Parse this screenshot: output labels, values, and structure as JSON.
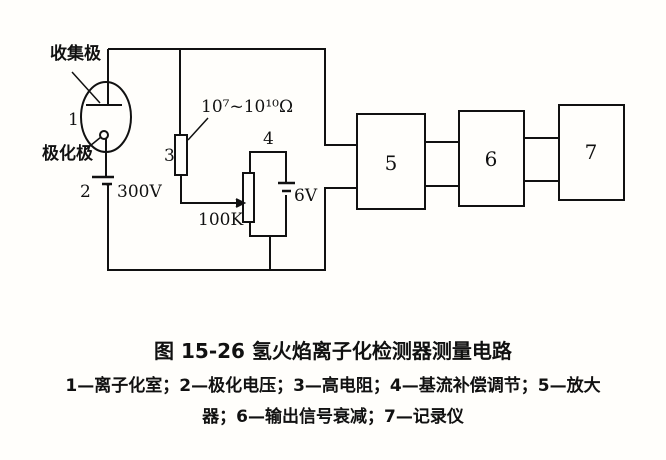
{
  "diagram": {
    "labels": {
      "collector": "收集极",
      "polarizer": "极化极",
      "n1": "1",
      "n2": "2",
      "n3": "3",
      "n4": "4",
      "voltage_300": "300V",
      "resistance_range": "10⁷~10¹⁰Ω",
      "pot_value": "100K",
      "voltage_6": "6V"
    },
    "blocks": [
      {
        "label": "5"
      },
      {
        "label": "6"
      },
      {
        "label": "7"
      }
    ]
  },
  "caption": {
    "title": "图 15-26   氢火焰离子化检测器测量电路",
    "legend_line1": "1—离子化室；2—极化电压；3—高电阻；4—基流补偿调节；5—放大",
    "legend_line2": "器；6—输出信号衰减；7—记录仪"
  }
}
